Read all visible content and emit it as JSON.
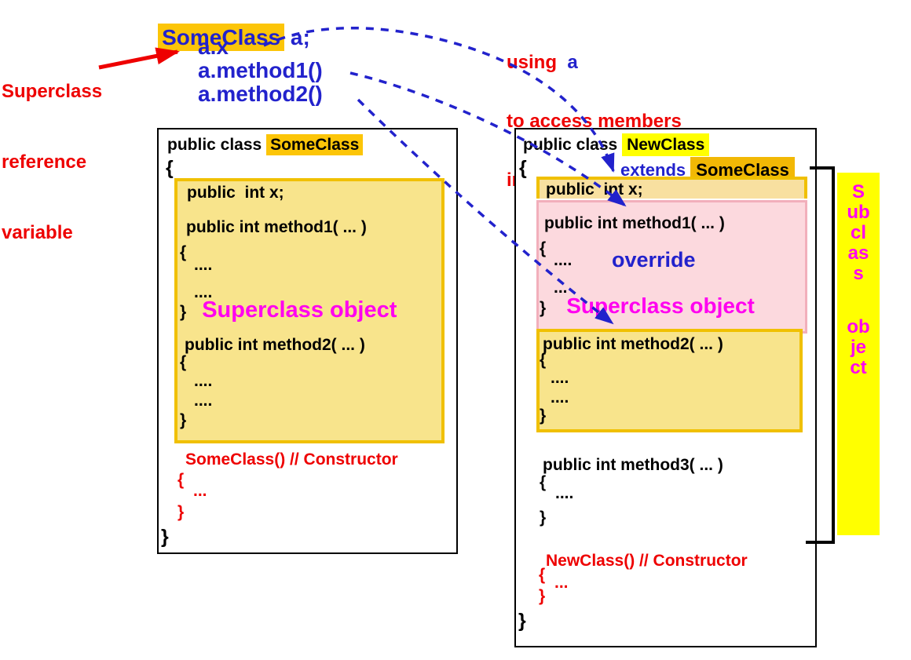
{
  "tokens": {
    "open_brace": "{",
    "close_brace": "}",
    "dots4": "....",
    "dots3": "..."
  },
  "declaration": {
    "class_name": "SomeClass",
    "suffix": " a;"
  },
  "access": {
    "line1": "a.x",
    "line2": "a.method1()",
    "line3": "a.method2()"
  },
  "superclass_ref_label": {
    "line1": "Superclass",
    "line2": "reference",
    "line3": "variable"
  },
  "using_label": {
    "part1": "using  ",
    "var": "a",
    "line2": "to access members",
    "line3": "in subclass object"
  },
  "left_box": {
    "header_keyword": "public class ",
    "header_class": "SomeClass",
    "field": "public  int x;",
    "method1_sig": "public int method1( ... )",
    "object_label": "Superclass object",
    "method2_sig": "public int method2( ... )",
    "constructor_sig": "SomeClass() // Constructor"
  },
  "right_box": {
    "header_keyword": "public class ",
    "header_class": "NewClass",
    "extends_keyword": "extends ",
    "extends_class": "SomeClass",
    "field": "public  int x;",
    "method1_sig": "public int method1( ... )",
    "override_label": "override",
    "object_label": "Superclass object",
    "method2_sig": "public int method2( ... )",
    "method3_sig": "public int method3( ... )",
    "constructor_sig": "NewClass() // Constructor"
  },
  "band": {
    "word1": "Subclass",
    "word2": "object"
  },
  "colors": {
    "blue": "#2222cc",
    "red": "#ee0000",
    "magenta": "#ff00f0",
    "gold_highlight": "#fcc508",
    "gold_highlight_dark": "#f2b805",
    "yellow_highlight": "#ffff00",
    "inner_yellow_fill": "#f8e48c",
    "gold_border": "#f0c000",
    "strip_fill": "#f8e0a0",
    "pink_fill": "#fcd9de",
    "pink_border": "#f2afbb"
  }
}
